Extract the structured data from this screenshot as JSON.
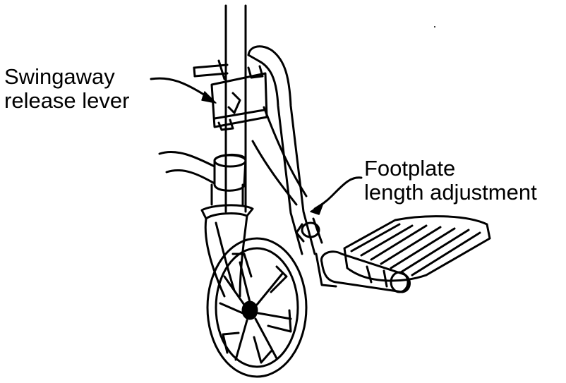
{
  "callouts": {
    "swingaway": {
      "line1": "Swingaway",
      "line2": "release lever"
    },
    "footplate": {
      "line1": "Footplate",
      "line2": "length adjustment"
    }
  },
  "colors": {
    "ink": "#000000",
    "background": "#ffffff"
  }
}
